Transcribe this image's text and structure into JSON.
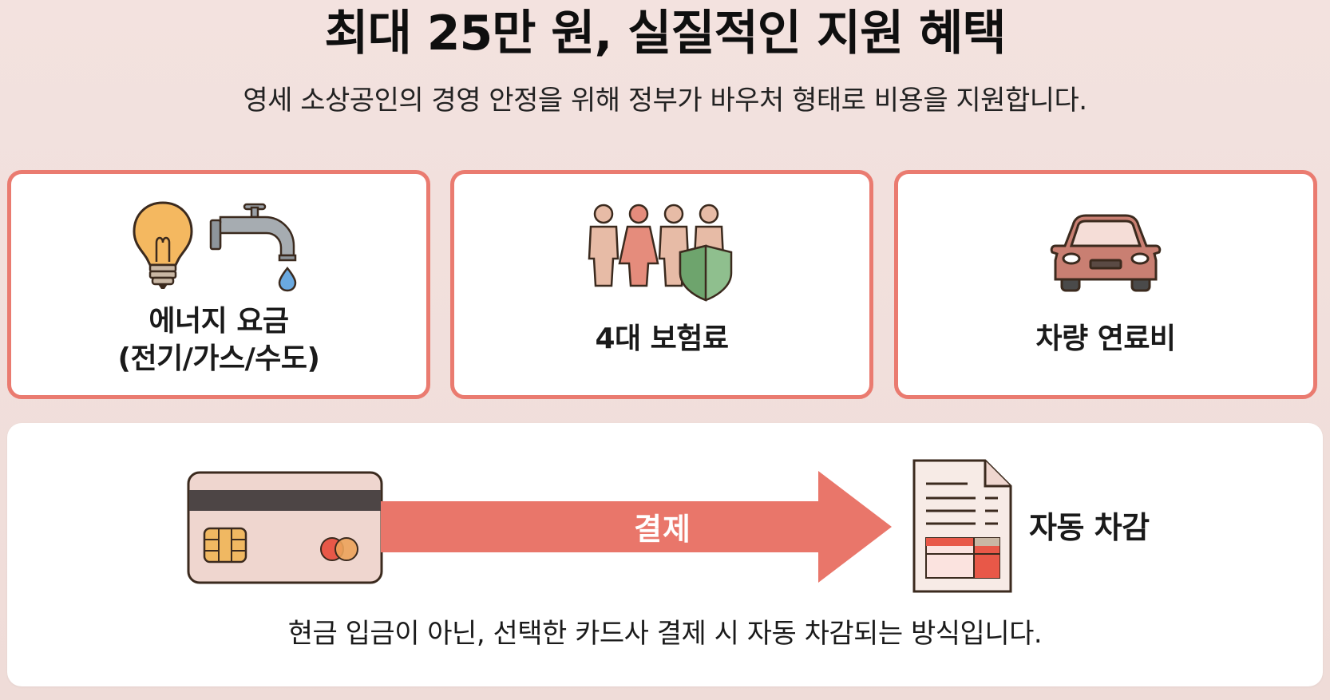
{
  "header": {
    "title": "최대 25만 원, 실질적인 지원 혜택",
    "subtitle": "영세 소상공인의 경영 안정을 위해 정부가 바우처 형태로 비용을 지원합니다."
  },
  "cards": [
    {
      "icon": "lightbulb-and-faucet-icon",
      "label_line1": "에너지 요금",
      "label_line2": "(전기/가스/수도)"
    },
    {
      "icon": "people-with-shield-icon",
      "label_line1": "4대 보험료"
    },
    {
      "icon": "car-icon",
      "label_line1": "차량 연료비"
    }
  ],
  "flow": {
    "source_icon": "credit-card-icon",
    "arrow_label": "결제",
    "target_icon": "receipt-document-icon",
    "target_label": "자동 차감",
    "note": "현금 입금이 아닌, 선택한 카드사 결제 시 자동 차감되는 방식입니다."
  },
  "colors": {
    "background": "#f3e2df",
    "accent": "#ea7b70",
    "card_bg": "#ffffff"
  }
}
